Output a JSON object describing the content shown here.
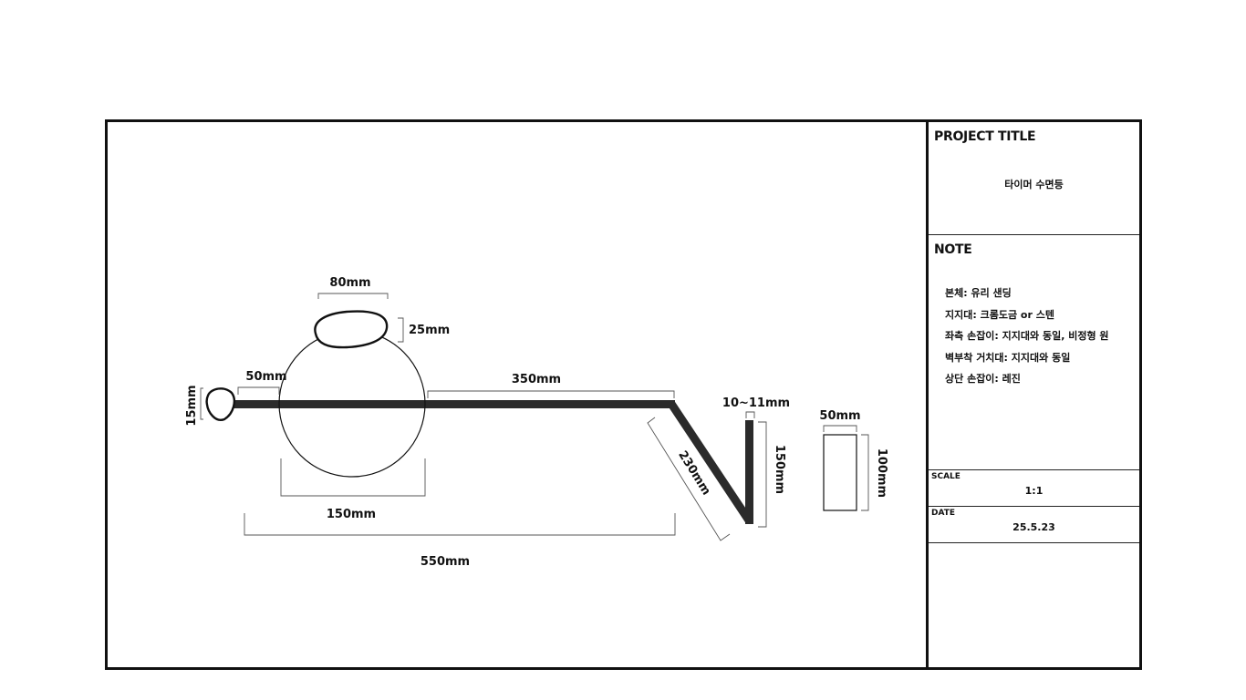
{
  "title_block": {
    "project_title_label": "PROJECT TITLE",
    "project_title": "타이머 수면등",
    "note_label": "NOTE",
    "notes": [
      "본체: 유리 샌딩",
      "지지대: 크롬도금 or 스텐",
      "좌측 손잡이: 지지대와 동일, 비정형 원",
      "벽부착 거치대: 지지대와 동일",
      "상단 손잡이: 레진"
    ],
    "scale_label": "SCALE",
    "scale_value": "1:1",
    "date_label": "DATE",
    "date_value": "25.5.23"
  },
  "dimensions": {
    "top_handle_width": "80mm",
    "top_handle_height": "25mm",
    "left_handle_offset": "50mm",
    "left_handle_height": "15mm",
    "arm_length": "350mm",
    "globe_diameter": "150mm",
    "total_length": "550mm",
    "diagonal_arm": "230mm",
    "rod_thickness": "10~11mm",
    "vertical_rod": "150mm",
    "mount_width": "50mm",
    "mount_height": "100mm"
  },
  "colors": {
    "rod": "#2b2b2b",
    "line": "#111111",
    "dimension_line": "#555555"
  }
}
